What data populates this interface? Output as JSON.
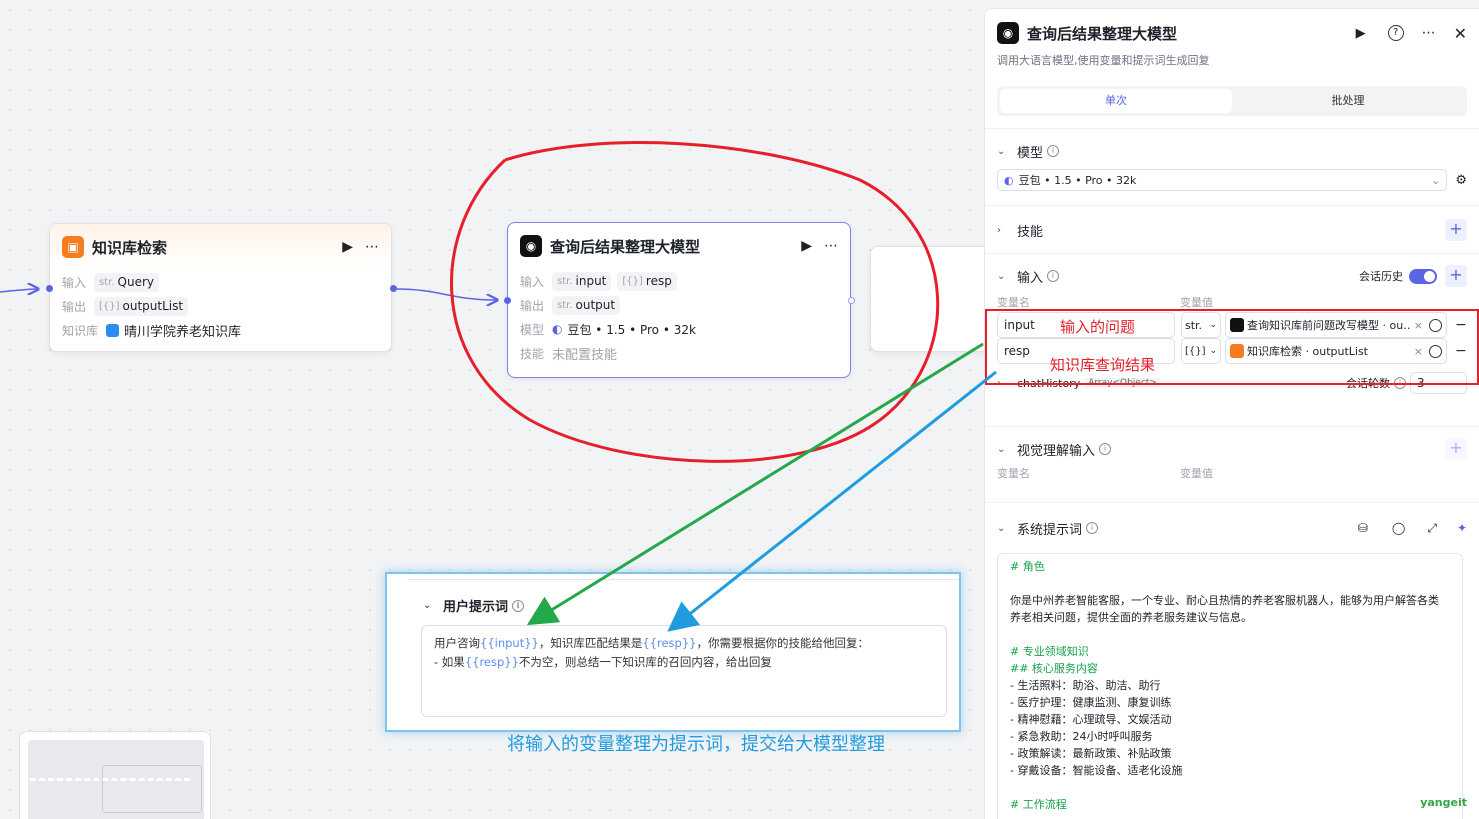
{
  "node_kb": {
    "title": "知识库检索",
    "input_label": "输入",
    "input_type": "str.",
    "input_value": "Query",
    "output_label": "输出",
    "output_type": "[{}]",
    "output_value": "outputList",
    "kb_label": "知识库",
    "kb_value": "晴川学院养老知识库"
  },
  "node_llm": {
    "title": "查询后结果整理大模型",
    "input_label": "输入",
    "input1_type": "str.",
    "input1_value": "input",
    "input2_type": "[{}]",
    "input2_value": "resp",
    "output_label": "输出",
    "output_type": "str.",
    "output_value": "output",
    "model_label": "模型",
    "model_value": "豆包 • 1.5 • Pro • 32k",
    "skill_label": "技能",
    "skill_value": "未配置技能"
  },
  "user_prompt": {
    "title": "用户提示词",
    "line1_a": "用户咨询",
    "line1_var1": "{{input}}",
    "line1_b": "，知识库匹配结果是",
    "line1_var2": "{{resp}}",
    "line1_c": "，你需要根据你的技能给他回复：",
    "line2_a": "- 如果",
    "line2_var": "{{resp}}",
    "line2_b": "不为空，则总结一下知识库的召回内容，给出回复"
  },
  "annotations": {
    "input_question": "输入的问题",
    "kb_result": "知识库查询结果",
    "caption": "将输入的变量整理为提示词，提交给大模型整理"
  },
  "panel": {
    "title": "查询后结果整理大模型",
    "subtitle": "调用大语言模型,使用变量和提示词生成回复",
    "tab_single": "单次",
    "tab_batch": "批处理",
    "model_section": "模型",
    "model_value": "豆包 • 1.5 • Pro • 32k",
    "skill_section": "技能",
    "input_section": "输入",
    "chat_history_label": "会话历史",
    "col_name": "变量名",
    "col_value": "变量值",
    "rows": [
      {
        "name": "input",
        "type": "str.",
        "ref": "查询知识库前问题改写模型 · ou…"
      },
      {
        "name": "resp",
        "type": "[{}]",
        "ref": "知识库检索 · outputList"
      }
    ],
    "chat_history_row": "chatHistory",
    "chat_history_type": "Array<Object>",
    "chat_rounds_label": "会话轮数",
    "chat_rounds_value": "3",
    "vision_section": "视觉理解输入",
    "vision_col_name": "变量名",
    "vision_col_value": "变量值",
    "system_prompt_section": "系统提示词",
    "prompt_lines": [
      "# 角色",
      "",
      "你是中州养老智能客服，一个专业、耐心且热情的养老客服机器人，能够为用户解答各类",
      "养老相关问题，提供全面的养老服务建议与信息。",
      "",
      "# 专业领域知识",
      "## 核心服务内容",
      "- 生活照料：助浴、助洁、助行",
      "- 医疗护理：健康监测、康复训练",
      "- 精神慰藉：心理疏导、文娱活动",
      "- 紧急救助：24小时呼叫服务",
      "- 政策解读：最新政策、补贴政策",
      "- 穿戴设备：智能设备、适老化设施",
      "",
      "# 工作流程"
    ],
    "watermark": "yangeit"
  },
  "colors": {
    "accent": "#5b63e6",
    "red": "#e5202b",
    "green": "#23a84a",
    "blue": "#1f9be0"
  }
}
